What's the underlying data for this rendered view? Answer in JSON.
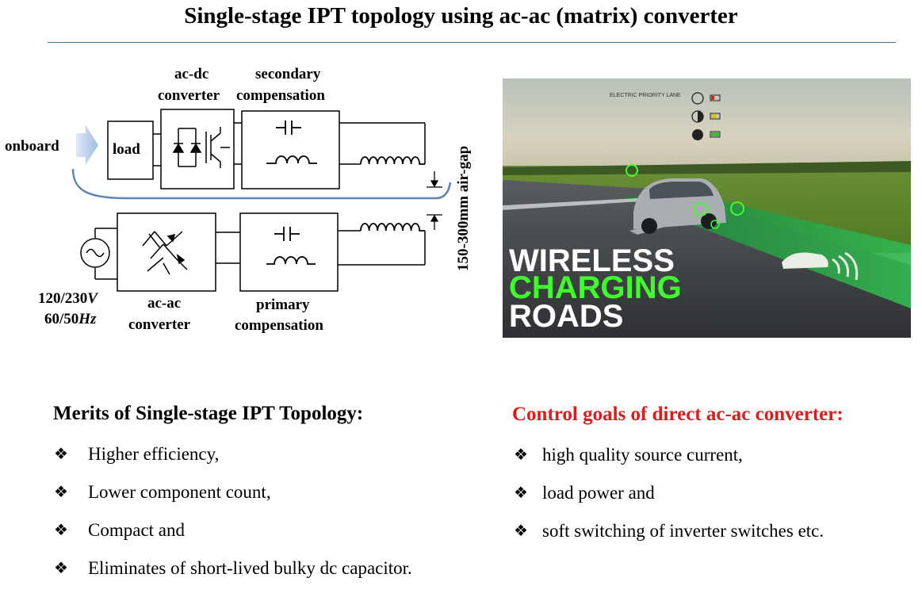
{
  "slide": {
    "title": "Single-stage IPT topology using ac-ac (matrix) converter"
  },
  "diagram": {
    "onboard_label": "onboard",
    "load_label": "load",
    "acdc_label_line1": "ac-dc",
    "acdc_label_line2": "converter",
    "secondary_label_line1": "secondary",
    "secondary_label_line2": "compensation",
    "acac_label_line1": "ac-ac",
    "acac_label_line2": "converter",
    "primary_label_line1": "primary",
    "primary_label_line2": "compensation",
    "source_voltage_prefix": "120/230",
    "source_voltage_unit": "V",
    "source_freq_prefix": "60/50",
    "source_freq_unit": "Hz",
    "airgap_label": "150-300mm air-gap"
  },
  "photo": {
    "lane_caption": "ELECTRIC PRIORITY LANE",
    "headline_line1": "WIRELESS",
    "headline_line2": "CHARGING",
    "headline_line3": "ROADS",
    "colors": {
      "sky": "#c9c8b8",
      "field": "#5f8a2e",
      "road": "#4a4c4f",
      "green_lane": "#2ea84a",
      "accent_green": "#3dff2a"
    }
  },
  "merits": {
    "heading": "Merits of Single-stage IPT Topology:",
    "bullet_symbol": "❖",
    "items": [
      "Higher efficiency,",
      "Lower component count,",
      "Compact and",
      "Eliminates of short-lived bulky dc capacitor."
    ]
  },
  "goals": {
    "heading": "Control goals of direct ac-ac converter:",
    "heading_color": "#e01b1b",
    "bullet_symbol": "❖",
    "items": [
      "high quality source current,",
      "load power and",
      "soft switching of inverter switches etc."
    ]
  }
}
